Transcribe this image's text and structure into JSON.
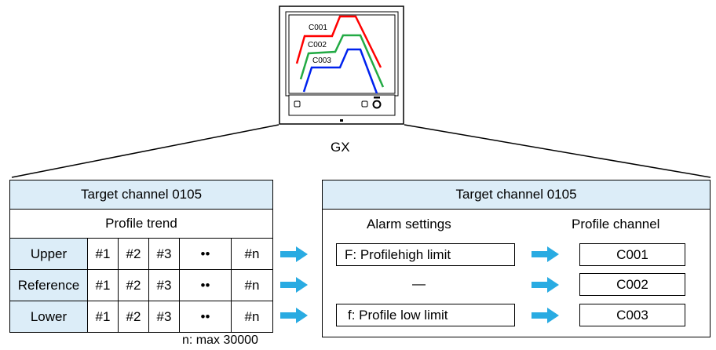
{
  "device": {
    "name": "GX",
    "channels": [
      "C001",
      "C002",
      "C003"
    ],
    "trend_colors": [
      "#ff0000",
      "#22aa44",
      "#0022ee"
    ]
  },
  "left_table": {
    "title": "Target channel 0105",
    "subtitle": "Profile trend",
    "rows": [
      {
        "label": "Upper",
        "cells": [
          "#1",
          "#2",
          "#3",
          "••",
          "#n"
        ]
      },
      {
        "label": "Reference",
        "cells": [
          "#1",
          "#2",
          "#3",
          "••",
          "#n"
        ]
      },
      {
        "label": "Lower",
        "cells": [
          "#1",
          "#2",
          "#3",
          "••",
          "#n"
        ]
      }
    ],
    "note": "n: max 30000"
  },
  "right_panel": {
    "title": "Target channel 0105",
    "alarm_header": "Alarm settings",
    "channel_header": "Profile channel",
    "rows": [
      {
        "alarm": "F: Profilehigh limit",
        "channel": "C001"
      },
      {
        "alarm": "—",
        "channel": "C002"
      },
      {
        "alarm": "f: Profile low limit",
        "channel": "C003"
      }
    ]
  },
  "colors": {
    "header_fill": "#dcedf8",
    "arrow": "#29abe2"
  }
}
